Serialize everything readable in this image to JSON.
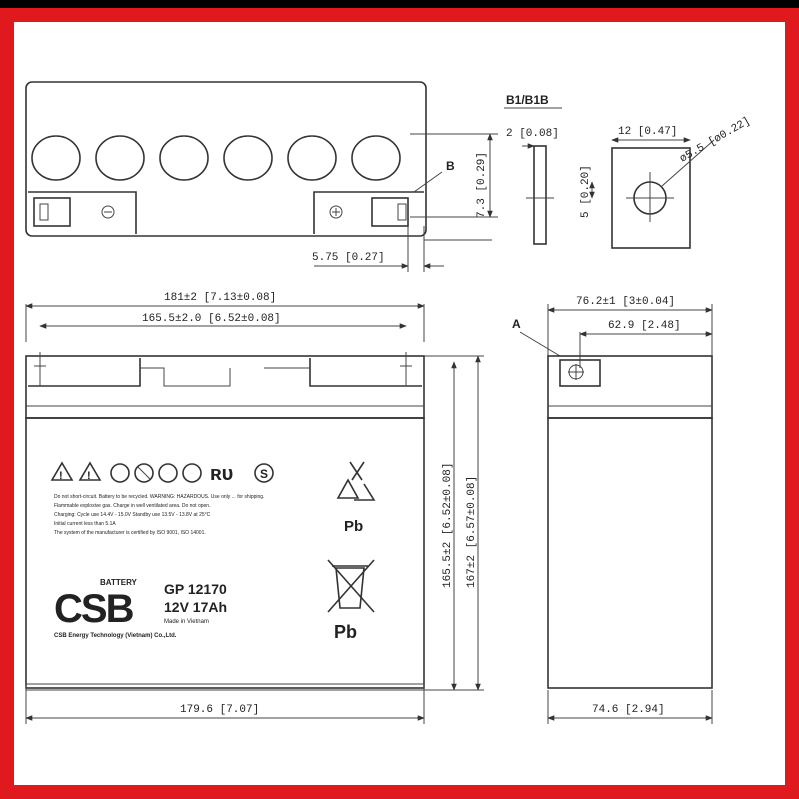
{
  "colors": {
    "frame": "#e0191f",
    "top_bar": "#000000",
    "background": "#ffffff",
    "line": "#333333"
  },
  "top_view": {
    "callout": "B",
    "dim_height": "7.3 [0.29]",
    "dim_offset": "5.75 [0.27]"
  },
  "terminal_detail": {
    "title": "B1/B1B",
    "dim_thickness": "2 [0.08]",
    "dim_width": "12 [0.47]",
    "dim_hole": "ø5.5 [ø0.22]",
    "dim_hole_offset": "5 [0.20]"
  },
  "front_view": {
    "dim_overall_width": "181±2 [7.13±0.08]",
    "dim_terminal_spacing": "165.5±2.0 [6.52±0.08]",
    "dim_container_height": "165.5±2 [6.52±0.08]",
    "dim_total_height": "167±2 [6.57±0.08]",
    "dim_bottom_width": "179.6 [7.07]",
    "brand_tag": "BATTERY",
    "brand_logo": "CSB",
    "model": "GP 12170",
    "rating": "12V 17Ah",
    "origin": "Made in Vietnam",
    "company": "CSB Energy Technology (Vietnam) Co.,Ltd.",
    "lead_symbol_1": "Pb",
    "lead_symbol_2": "Pb",
    "fine_print": [
      "Do not short-circuit. Battery to be recycled. WARNING: HAZARDOUS. Use only ... for shipping.",
      "Flammable explosive gas. Charge in well ventilated area. Do not open.",
      "Charging: Cycle use 14.4V - 15.0V  Standby use 13.5V - 13.8V at 25°C",
      "Initial current less than 5.1A",
      "The system of the manufacturer is certified by ISO 9001, ISO 14001."
    ]
  },
  "side_view": {
    "callout": "A",
    "dim_overall_width": "76.2±1 [3±0.04]",
    "dim_terminal": "62.9 [2.48]",
    "dim_bottom_width": "74.6 [2.94]"
  }
}
